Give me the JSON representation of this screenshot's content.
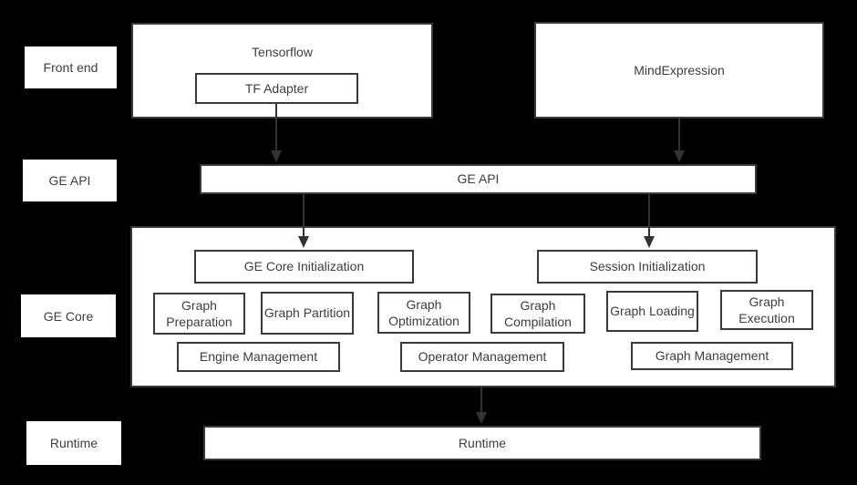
{
  "colors": {
    "background": "#000000",
    "box_fill": "#ffffff",
    "box_border": "#3a3a3a",
    "text": "#3d3d3d",
    "arrow": "#333333"
  },
  "row_labels": [
    {
      "label": "Front end"
    },
    {
      "label": "GE API"
    },
    {
      "label": "GE Core"
    },
    {
      "label": "Runtime"
    }
  ],
  "front_end": {
    "tensorflow_title": "Tensorflow",
    "tf_adapter_label": "TF Adapter",
    "mind_expression_label": "MindExpression"
  },
  "ge_api": {
    "label": "GE API"
  },
  "ge_core": {
    "init_boxes": [
      "GE Core Initialization",
      "Session Initialization"
    ],
    "stage_boxes": [
      "Graph Preparation",
      "Graph Partition",
      "Graph Optimization",
      "Graph Compilation",
      "Graph Loading",
      "Graph Execution"
    ],
    "management_boxes": [
      "Engine Management",
      "Operator Management",
      "Graph Management"
    ]
  },
  "runtime": {
    "label": "Runtime"
  },
  "edges": [
    {
      "from": "TF Adapter",
      "to": "GE API"
    },
    {
      "from": "MindExpression",
      "to": "GE API"
    },
    {
      "from": "GE API",
      "to": "GE Core Initialization"
    },
    {
      "from": "GE API",
      "to": "Session Initialization"
    },
    {
      "from": "GE Core",
      "to": "Runtime"
    }
  ]
}
